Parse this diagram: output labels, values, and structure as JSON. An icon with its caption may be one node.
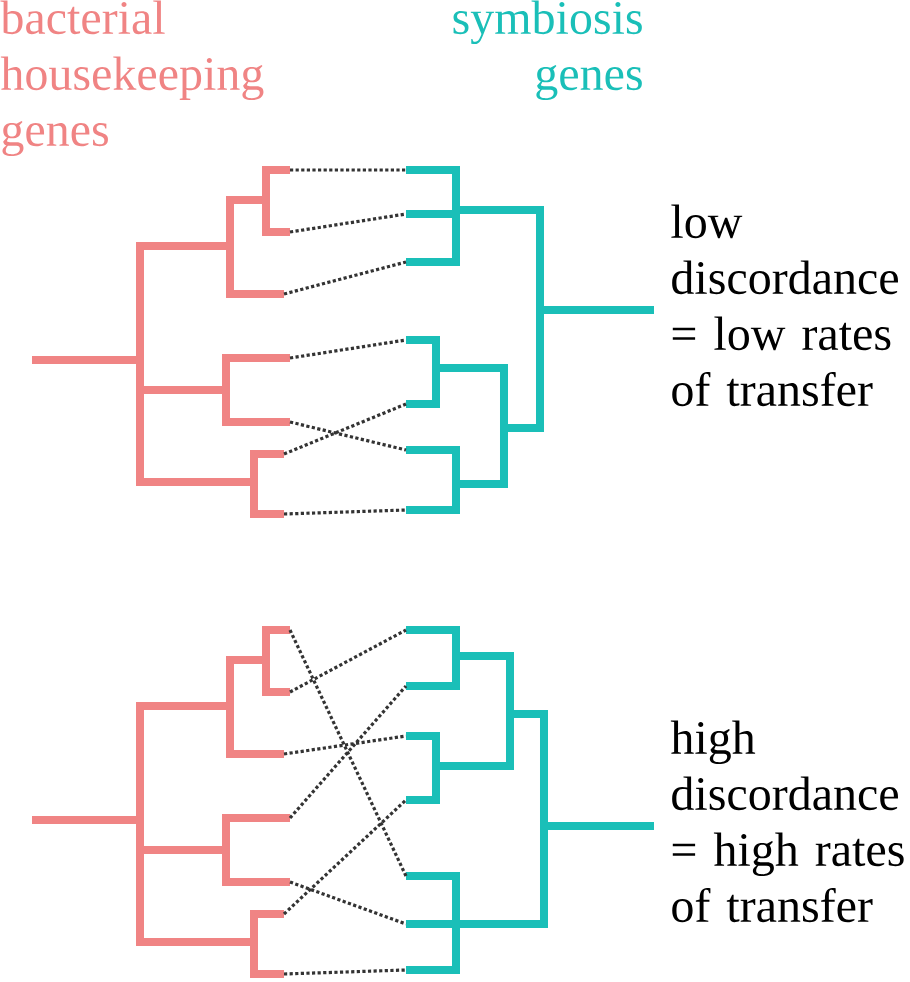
{
  "diagram": {
    "nodes": [
      {
        "text": [],
        "shape": "bar"
      },
      {
        "text": [],
        "shape": "bar"
      },
      {
        "text": [],
        "shape": "bar"
      },
      {
        "text": [],
        "shape": "bar"
      },
      {
        "text": [],
        "shape": "bar"
      },
      {
        "text": [],
        "shape": "bar"
      },
      {
        "text": [],
        "shape": "bar"
      },
      {
        "text": [],
        "shape": "bar"
      },
      {
        "text": [],
        "shape": "bar"
      },
      {
        "text": [],
        "shape": "bar"
      },
      {
        "text": [],
        "shape": "bar"
      },
      {
        "text": [],
        "shape": "bar"
      },
      {
        "text": [],
        "shape": "bar"
      },
      {
        "text": [],
        "shape": "bar"
      },
      {
        "text": [],
        "shape": "bar"
      },
      {
        "text": [],
        "shape": "bar"
      },
      {
        "text": [],
        "shape": "bar"
      },
      {
        "text": [],
        "shape": "bar"
      },
      {
        "text": [],
        "shape": "bar"
      },
      {
        "text": [],
        "shape": "bar"
      },
      {
        "text": [],
        "shape": "bar"
      },
      {
        "text": [],
        "shape": "bar"
      },
      {
        "text": [],
        "shape": "bar"
      },
      {
        "text": [],
        "shape": "bar"
      },
      {
        "text": [],
        "shape": "bar"
      },
      {
        "text": [],
        "shape": "bar"
      },
      {
        "text": [],
        "shape": "bar"
      },
      {
        "text": [],
        "shape": "bar"
      }
    ],
    "edges": [
      {
        "from": 0,
        "to": 7,
        "arrow": "none",
        "style": "dashed"
      },
      {
        "from": 1,
        "to": 8,
        "arrow": "none",
        "style": "dashed"
      },
      {
        "from": 2,
        "to": 9,
        "arrow": "none",
        "style": "dashed"
      },
      {
        "from": 3,
        "to": 10,
        "arrow": "none",
        "style": "dashed"
      },
      {
        "from": 4,
        "to": 12,
        "arrow": "none",
        "style": "dashed"
      },
      {
        "from": 5,
        "to": 11,
        "arrow": "none",
        "style": "dashed"
      },
      {
        "from": 6,
        "to": 13,
        "arrow": "none",
        "style": "dashed"
      },
      {
        "from": 14,
        "to": 25,
        "arrow": "none",
        "style": "dashed"
      },
      {
        "from": 15,
        "to": 21,
        "arrow": "none",
        "style": "dashed"
      },
      {
        "from": 16,
        "to": 23,
        "arrow": "none",
        "style": "dashed"
      },
      {
        "from": 17,
        "to": 22,
        "arrow": "none",
        "style": "dashed"
      },
      {
        "from": 18,
        "to": 26,
        "arrow": "none",
        "style": "dashed"
      },
      {
        "from": 19,
        "to": 24,
        "arrow": "none",
        "style": "dashed"
      },
      {
        "from": 20,
        "to": 27,
        "arrow": "none",
        "style": "dashed"
      }
    ],
    "labels": [
      "bacterial housekeeping genes",
      "symbiosis genes",
      "low discordance = low rates of transfer",
      "high discordance = high rates of transfer"
    ]
  }
}
